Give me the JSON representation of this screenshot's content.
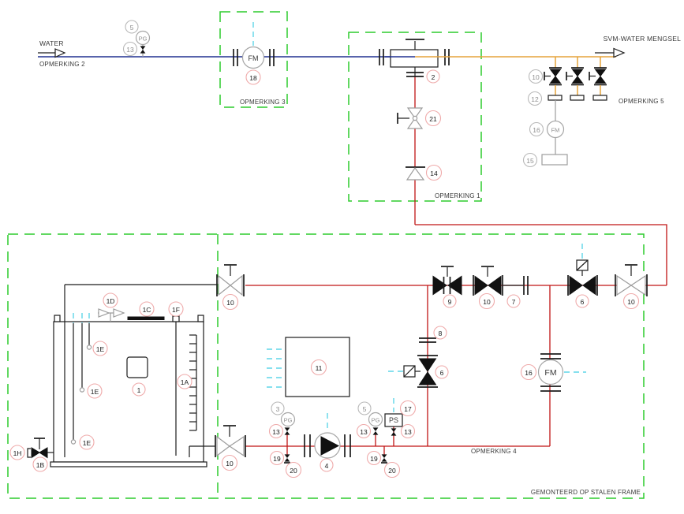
{
  "labels": {
    "water": "WATER",
    "mixture": "SVM-WATER MENGSEL",
    "note1": "OPMERKING 1",
    "note2": "OPMERKING 2",
    "note3": "OPMERKING 3",
    "note4": "OPMERKING 4",
    "note5": "OPMERKING 5",
    "frame": "GEMONTEERD OP STALEN FRAME",
    "pg": "PG",
    "ps": "PS",
    "fm": "FM"
  },
  "tags": {
    "1": "1",
    "1A": "1A",
    "1B": "1B",
    "1C": "1C",
    "1D": "1D",
    "1E": "1E",
    "1F": "1F",
    "1H": "1H",
    "2": "2",
    "3": "3",
    "4": "4",
    "5": "5",
    "6": "6",
    "7": "7",
    "8": "8",
    "9": "9",
    "10": "10",
    "11": "11",
    "12": "12",
    "13": "13",
    "14": "14",
    "15": "15",
    "16": "16",
    "17": "17",
    "18": "18",
    "19": "19",
    "20": "20",
    "21": "21"
  },
  "colors": {
    "water_line": "#203090",
    "mixture_line": "#e5a43b",
    "process_line": "#c01515",
    "boundary_box": "#2dcb2d",
    "signal_line": "#5fd6e8",
    "tag_circle": "#efaaaa",
    "instrument_gray": "#9c9c9c"
  }
}
